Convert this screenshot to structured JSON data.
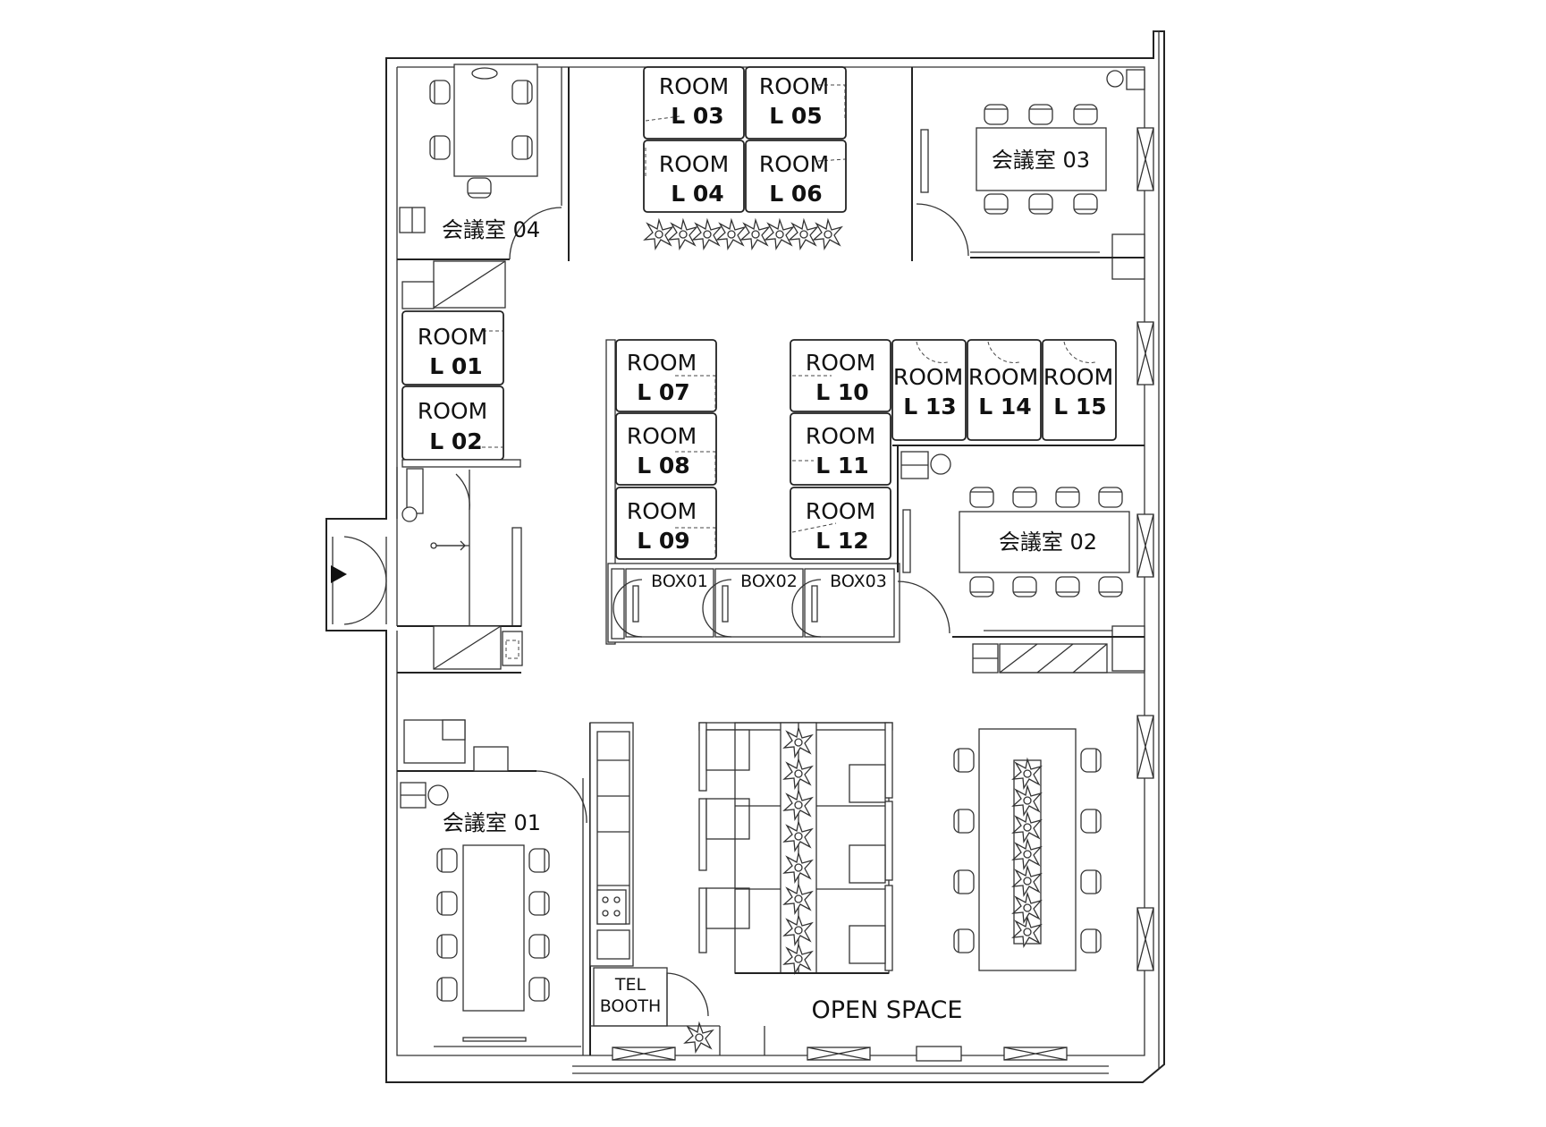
{
  "rooms": [
    {
      "key": "L03",
      "room": "ROOM",
      "id": "L 03"
    },
    {
      "key": "L05",
      "room": "ROOM",
      "id": "L 05"
    },
    {
      "key": "L04",
      "room": "ROOM",
      "id": "L 04"
    },
    {
      "key": "L06",
      "room": "ROOM",
      "id": "L 06"
    },
    {
      "key": "L01",
      "room": "ROOM",
      "id": "L 01"
    },
    {
      "key": "L02",
      "room": "ROOM",
      "id": "L 02"
    },
    {
      "key": "L07",
      "room": "ROOM",
      "id": "L 07"
    },
    {
      "key": "L08",
      "room": "ROOM",
      "id": "L 08"
    },
    {
      "key": "L09",
      "room": "ROOM",
      "id": "L 09"
    },
    {
      "key": "L10",
      "room": "ROOM",
      "id": "L 10"
    },
    {
      "key": "L11",
      "room": "ROOM",
      "id": "L 11"
    },
    {
      "key": "L12",
      "room": "ROOM",
      "id": "L 12"
    },
    {
      "key": "L13",
      "room": "ROOM",
      "id": "L 13"
    },
    {
      "key": "L14",
      "room": "ROOM",
      "id": "L 14"
    },
    {
      "key": "L15",
      "room": "ROOM",
      "id": "L 15"
    }
  ],
  "meeting_rooms": {
    "mr01": "会議室 01",
    "mr02": "会議室 02",
    "mr03": "会議室 03",
    "mr04": "会議室 04"
  },
  "boxes": [
    "BOX01",
    "BOX02",
    "BOX03"
  ],
  "tel_booth": {
    "line1": "TEL",
    "line2": "BOOTH"
  },
  "open_space": "OPEN SPACE",
  "entrance_marker": "entrance-arrow-icon"
}
